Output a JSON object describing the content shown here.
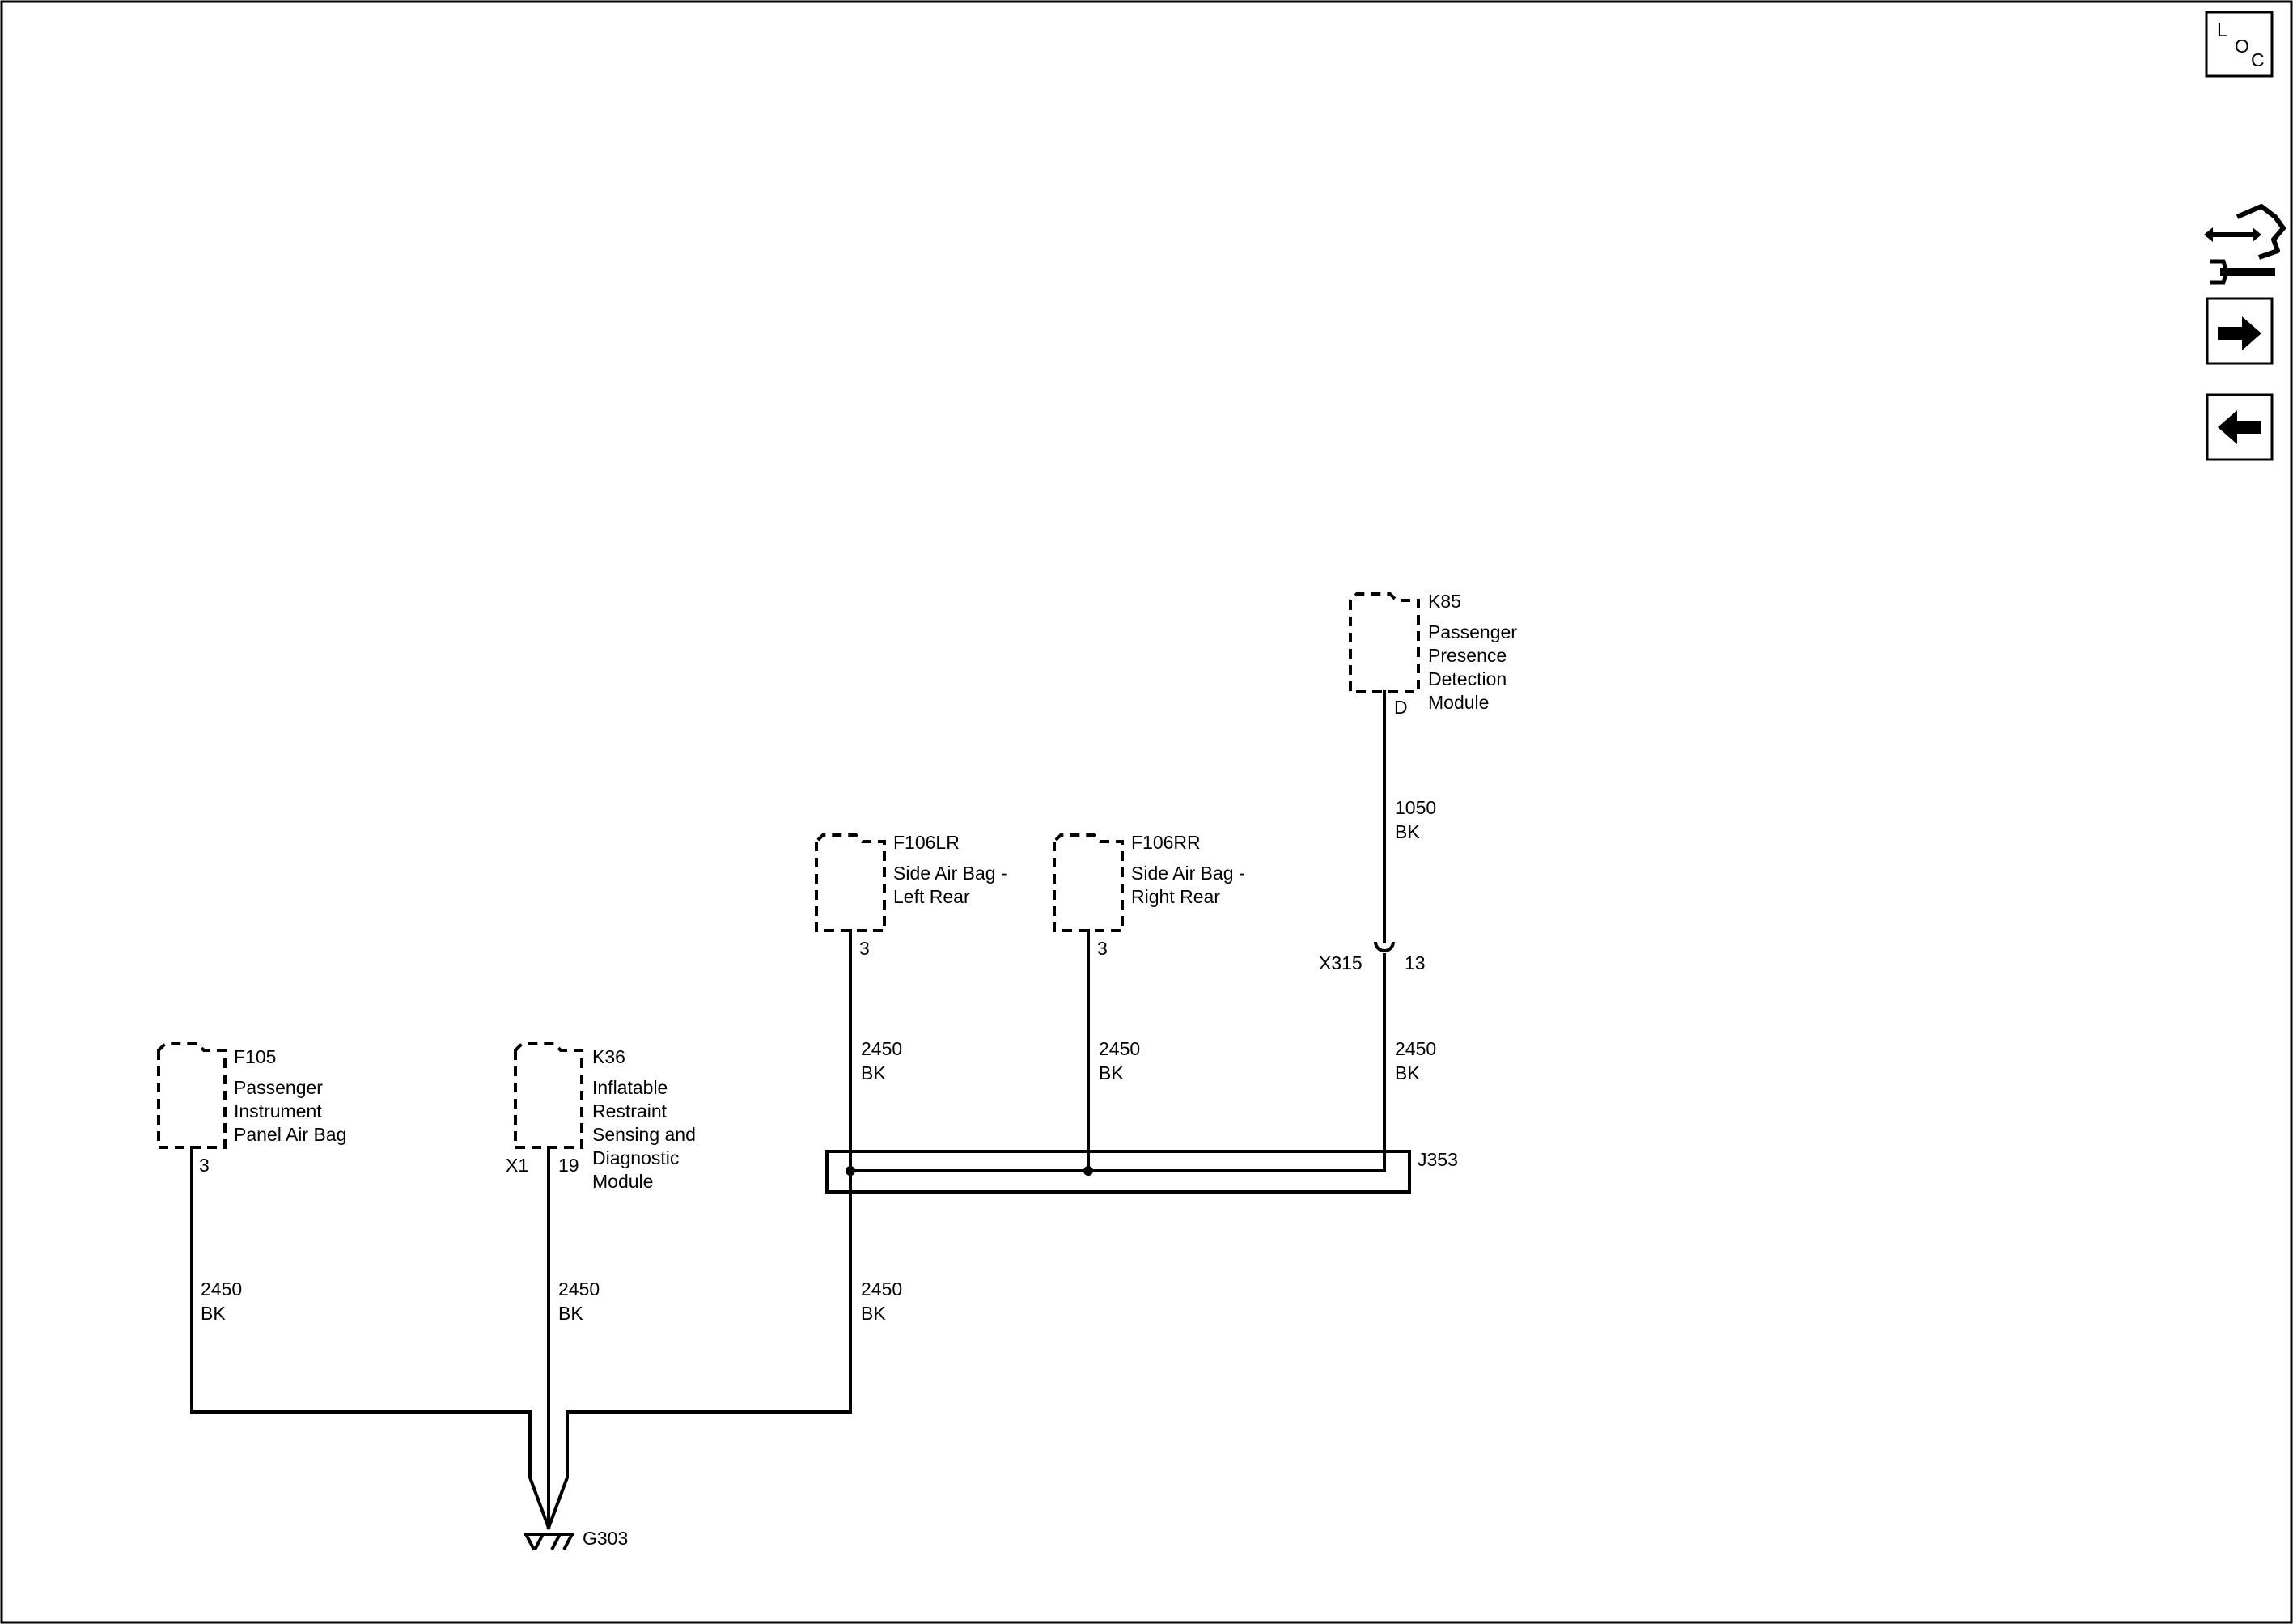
{
  "nav": {
    "loc_label_l": "L",
    "loc_label_o": "O",
    "loc_label_c": "C",
    "icons": [
      "loc-icon",
      "connector-tool-icon",
      "arrow-right-icon",
      "arrow-left-icon"
    ]
  },
  "components": {
    "f105": {
      "id": "F105",
      "line1": "Passenger",
      "line2": "Instrument",
      "line3": "Panel Air Bag",
      "pin": "3"
    },
    "k36": {
      "id": "K36",
      "line1": "Inflatable",
      "line2": "Restraint",
      "line3": "Sensing and",
      "line4": "Diagnostic",
      "line5": "Module",
      "connector": "X1",
      "pin": "19"
    },
    "f106lr": {
      "id": "F106LR",
      "line1": "Side Air Bag -",
      "line2": "Left Rear",
      "pin": "3"
    },
    "f106rr": {
      "id": "F106RR",
      "line1": "Side Air Bag -",
      "line2": "Right Rear",
      "pin": "3"
    },
    "k85": {
      "id": "K85",
      "line1": "Passenger",
      "line2": "Presence",
      "line3": "Detection",
      "line4": "Module",
      "pin": "D"
    }
  },
  "wires": {
    "f106lr_upper": {
      "circuit": "2450",
      "color": "BK"
    },
    "f106rr_upper": {
      "circuit": "2450",
      "color": "BK"
    },
    "k85_upper": {
      "circuit": "1050",
      "color": "BK"
    },
    "k85_lower": {
      "circuit": "2450",
      "color": "BK"
    },
    "f105": {
      "circuit": "2450",
      "color": "BK"
    },
    "k36": {
      "circuit": "2450",
      "color": "BK"
    },
    "splice_out": {
      "circuit": "2450",
      "color": "BK"
    }
  },
  "inline_connector": {
    "id": "X315",
    "pin": "13"
  },
  "splice_pack": {
    "id": "J353"
  },
  "ground": {
    "id": "G303"
  }
}
